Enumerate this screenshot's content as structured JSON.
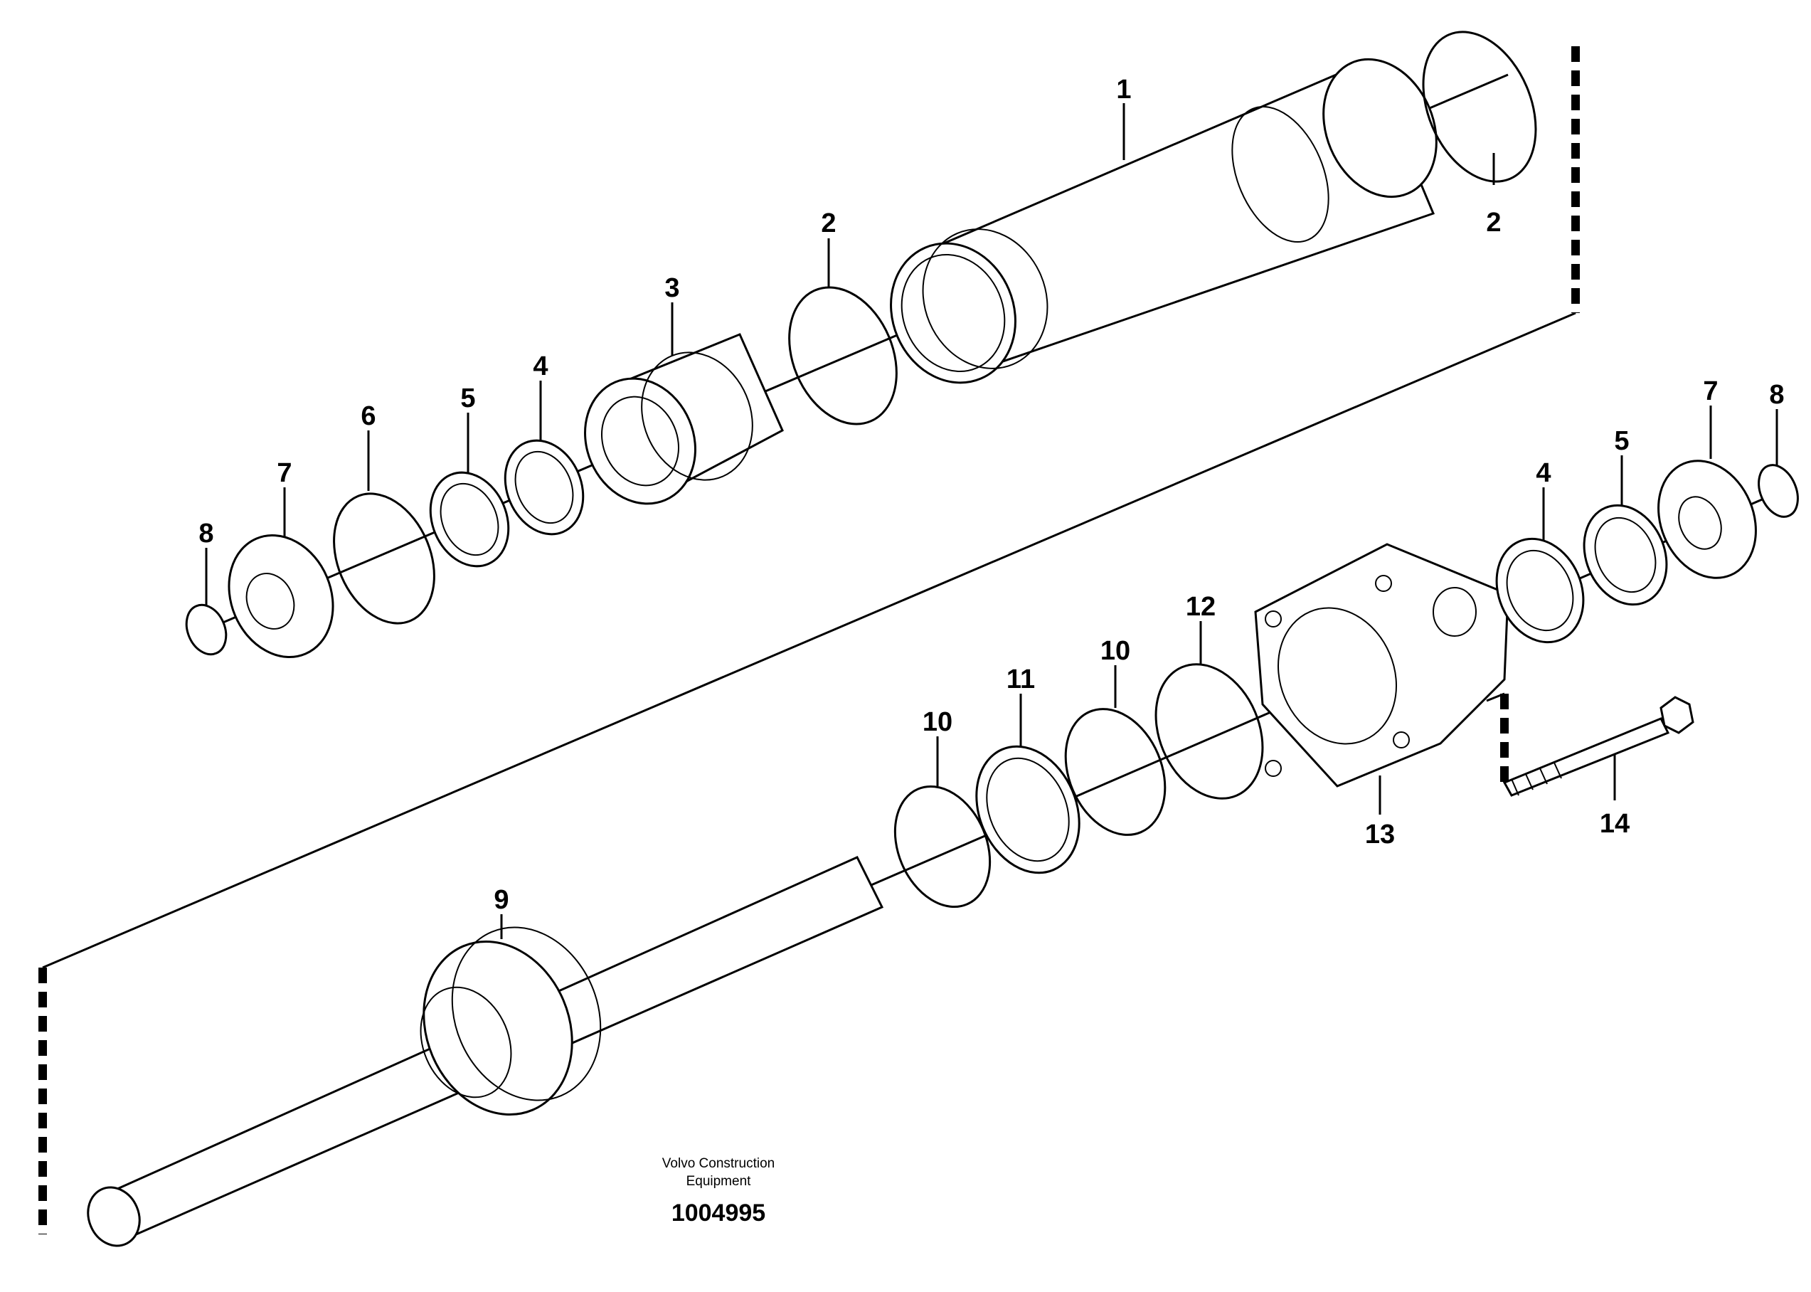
{
  "diagram": {
    "callouts": {
      "c1": "1",
      "c2a": "2",
      "c2b": "2",
      "c3": "3",
      "c4a": "4",
      "c4b": "4",
      "c5a": "5",
      "c5b": "5",
      "c6": "6",
      "c7a": "7",
      "c7b": "7",
      "c8a": "8",
      "c8b": "8",
      "c9": "9",
      "c10a": "10",
      "c10b": "10",
      "c11": "11",
      "c12": "12",
      "c13": "13",
      "c14": "14"
    },
    "credit_line1": "Volvo Construction",
    "credit_line2": "Equipment",
    "reference_number": "1004995"
  }
}
